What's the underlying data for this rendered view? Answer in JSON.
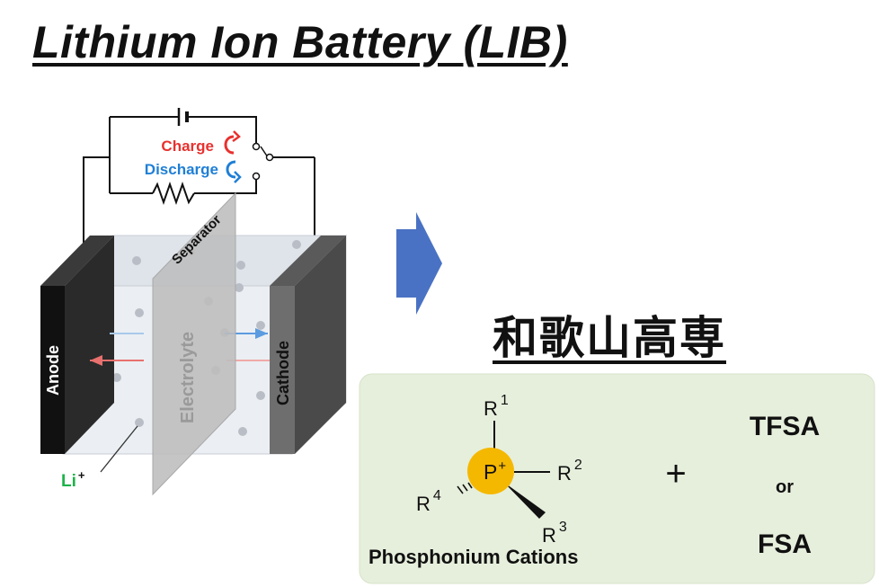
{
  "title": "Lithium Ion Battery (LIB)",
  "battery": {
    "charge_label": "Charge",
    "discharge_label": "Discharge",
    "separator_label": "Separator",
    "anode_label": "Anode",
    "cathode_label": "Cathode",
    "electrolyte_label": "Electrolyte",
    "li_label": "Li",
    "li_charge": "+"
  },
  "colors": {
    "charge": "#e8312f",
    "discharge": "#1f7fd6",
    "arrow": "#4a72c4",
    "li": "#1db34a",
    "panel": "#e6efdc",
    "phosphorus_highlight": "#f5b800"
  },
  "school_name": "和歌山高専",
  "cation": {
    "p_label": "P",
    "p_charge": "+",
    "r1": "R",
    "r1_sup": "1",
    "r2": "R",
    "r2_sup": "2",
    "r3": "R",
    "r3_sup": "3",
    "r4": "R",
    "r4_sup": "4",
    "caption": "Phosphonium Cations"
  },
  "plus_sign": "+",
  "anions": {
    "top": "TFSA",
    "or": "or",
    "bottom": "FSA"
  }
}
